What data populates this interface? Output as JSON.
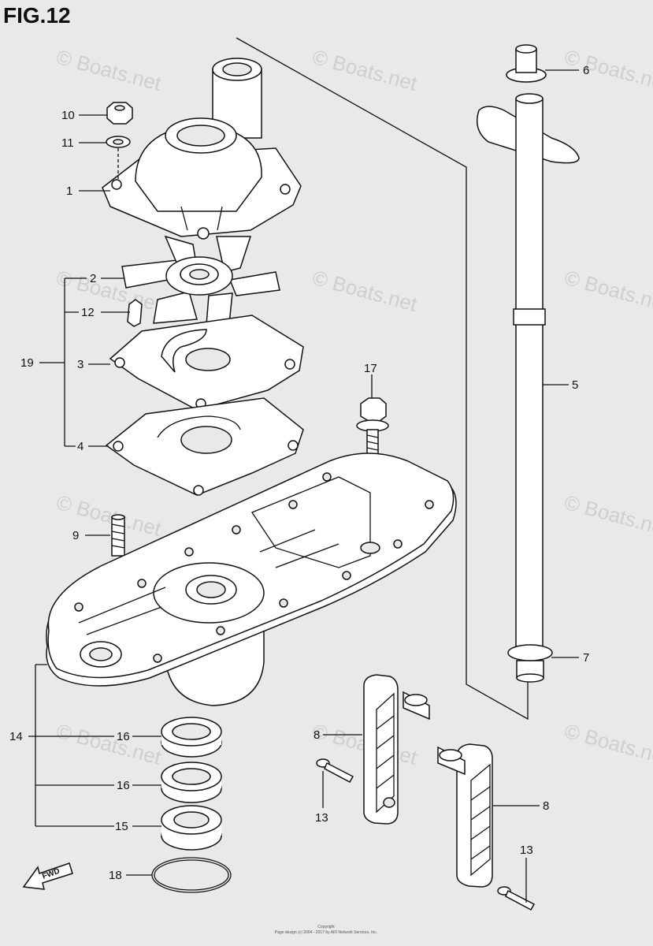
{
  "figure": {
    "title": "FIG.12"
  },
  "watermark": {
    "text": "© Boats.net"
  },
  "callouts": {
    "c1": "1",
    "c2": "2",
    "c3": "3",
    "c4": "4",
    "c5": "5",
    "c6": "6",
    "c7": "7",
    "c8a": "8",
    "c8b": "8",
    "c9": "9",
    "c10": "10",
    "c11": "11",
    "c12": "12",
    "c13a": "13",
    "c13b": "13",
    "c14": "14",
    "c15": "15",
    "c16a": "16",
    "c16b": "16",
    "c17": "17",
    "c18": "18",
    "c19": "19"
  },
  "fwd_label": "FWD",
  "footer": {
    "line1": "Copyright",
    "line2": "Page design (c) 2004 - 2017 by ARI Network Services, Inc."
  }
}
